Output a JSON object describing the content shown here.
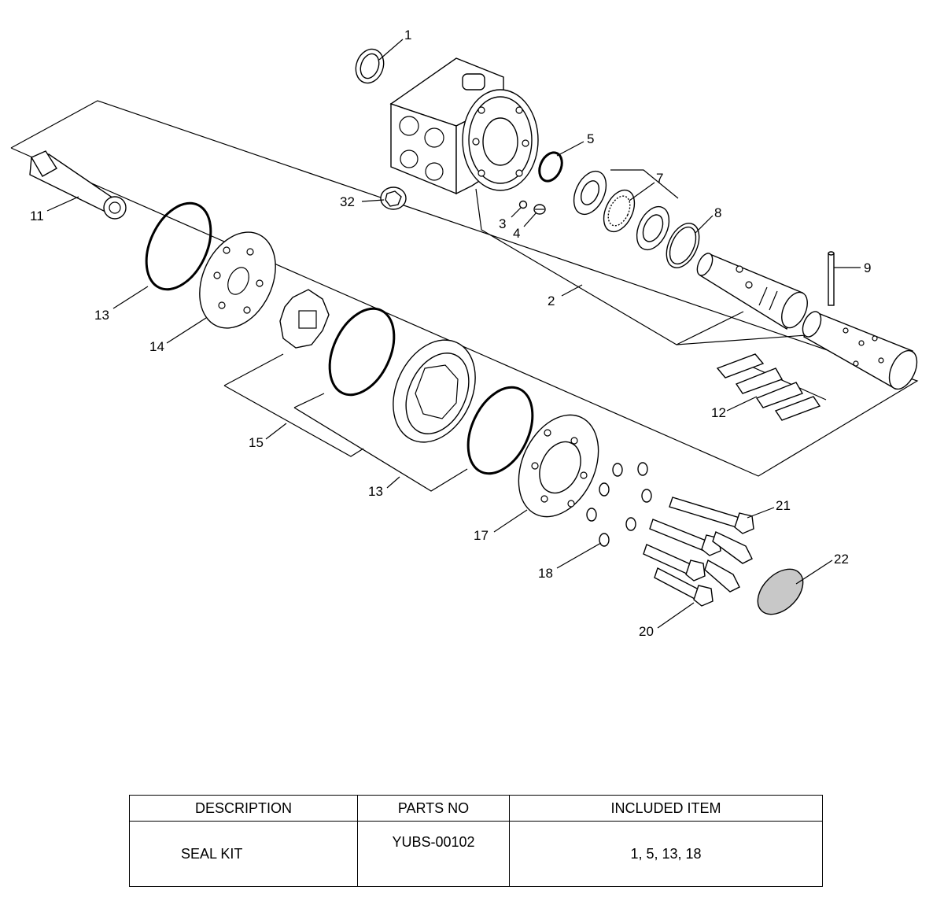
{
  "diagram": {
    "callouts": [
      {
        "id": "c1",
        "label": "1"
      },
      {
        "id": "c2",
        "label": "2"
      },
      {
        "id": "c3",
        "label": "3"
      },
      {
        "id": "c4",
        "label": "4"
      },
      {
        "id": "c5",
        "label": "5"
      },
      {
        "id": "c7",
        "label": "7"
      },
      {
        "id": "c8",
        "label": "8"
      },
      {
        "id": "c9",
        "label": "9"
      },
      {
        "id": "c11",
        "label": "11"
      },
      {
        "id": "c12",
        "label": "12"
      },
      {
        "id": "c13a",
        "label": "13"
      },
      {
        "id": "c13b",
        "label": "13"
      },
      {
        "id": "c14",
        "label": "14"
      },
      {
        "id": "c15",
        "label": "15"
      },
      {
        "id": "c17",
        "label": "17"
      },
      {
        "id": "c18",
        "label": "18"
      },
      {
        "id": "c20",
        "label": "20"
      },
      {
        "id": "c21",
        "label": "21"
      },
      {
        "id": "c22",
        "label": "22"
      },
      {
        "id": "c32",
        "label": "32"
      }
    ]
  },
  "table": {
    "headers": [
      "DESCRIPTION",
      "PARTS NO",
      "INCLUDED ITEM"
    ],
    "rows": [
      {
        "description": "SEAL KIT",
        "part_no": "YUBS-00102",
        "included": "1, 5, 13, 18"
      }
    ]
  }
}
